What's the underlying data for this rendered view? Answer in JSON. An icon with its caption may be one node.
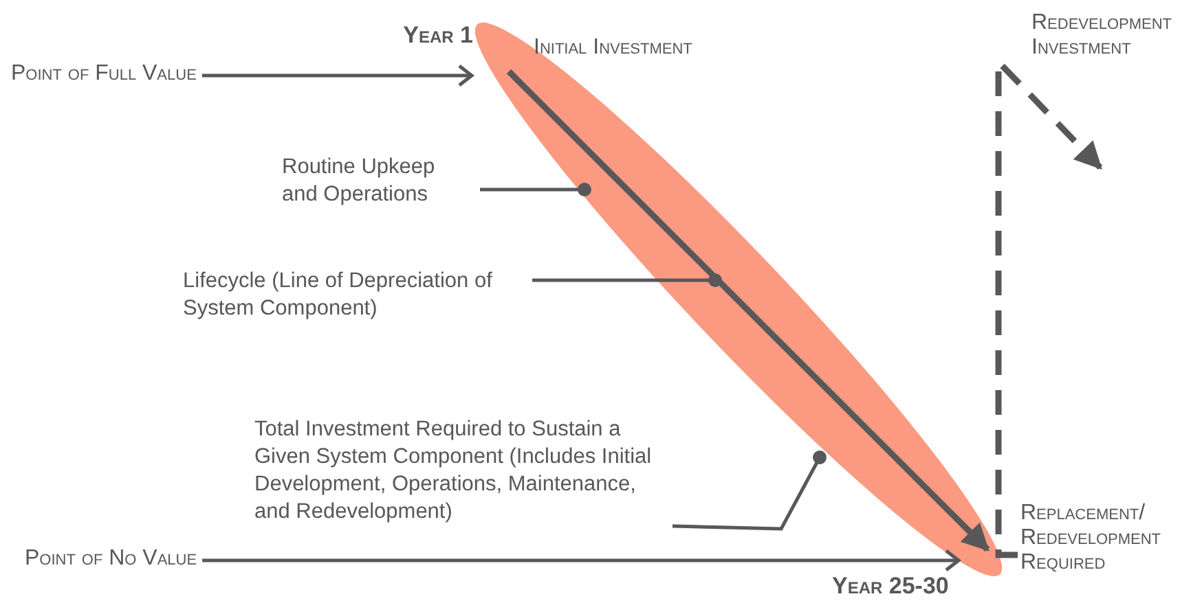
{
  "diagram": {
    "nodes": [
      {
        "text": [
          "Point of Full Value"
        ]
      },
      {
        "text": [],
        "shape": "ellipse"
      },
      {
        "text": [
          "Point of No Value"
        ]
      },
      {
        "text": [
          "Routine Upkeep and Operations"
        ]
      },
      {
        "text": [
          "Lifecycle (Line of Depreciation of System Component)"
        ]
      },
      {
        "text": [
          "Total Investment Required to Sustain a Given System Component (Includes Initial Development, Operations, Maintenance, and Redevelopment)"
        ]
      },
      {
        "text": [
          "Replacement/ Redevelopment Required"
        ]
      },
      {
        "text": [
          "Redevelopment Investment"
        ]
      }
    ],
    "edges": [
      {
        "from": 0,
        "to": 1,
        "arrow": "to"
      },
      {
        "from": 2,
        "to": 1,
        "arrow": "to"
      },
      {
        "from": 3,
        "to": 1,
        "arrow": "other"
      },
      {
        "from": 4,
        "to": 1,
        "arrow": "other"
      },
      {
        "from": 5,
        "to": 1,
        "arrow": "other"
      },
      {
        "from": 6,
        "to": null,
        "arrow": "to",
        "style": "dashed"
      }
    ],
    "labels": [
      "Year 1",
      "Initial Investment",
      "Year 25-30"
    ]
  }
}
